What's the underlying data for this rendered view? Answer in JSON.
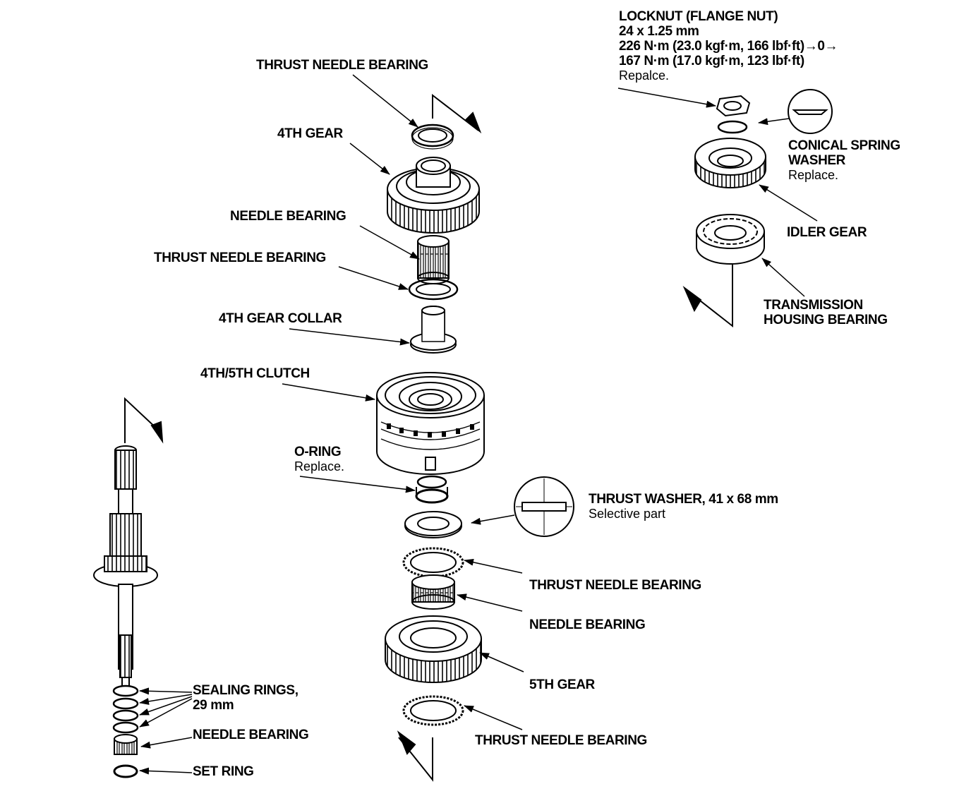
{
  "labels": {
    "thrust_top": "THRUST NEEDLE BEARING",
    "gear4": "4TH GEAR",
    "needle_top": "NEEDLE BEARING",
    "thrust_upper": "THRUST NEEDLE BEARING",
    "collar": "4TH GEAR COLLAR",
    "clutch": "4TH/5TH CLUTCH",
    "oring": "O-RING",
    "oring_note": "Replace.",
    "thrust_washer": "THRUST WASHER, 41 x 68 mm",
    "thrust_washer_note": "Selective part",
    "thrust_lower": "THRUST NEEDLE BEARING",
    "needle_lower": "NEEDLE BEARING",
    "gear5": "5TH GEAR",
    "thrust_bottom": "THRUST NEEDLE BEARING",
    "sealing": "SEALING RINGS,",
    "sealing_size": "29 mm",
    "needle_shaft": "NEEDLE BEARING",
    "set_ring": "SET RING",
    "locknut": "LOCKNUT (FLANGE NUT)",
    "locknut_size": "24 x 1.25 mm",
    "locknut_torque1": "226 N·m (23.0 kgf·m, 166 lbf·ft)→0→",
    "locknut_torque2": "167 N·m (17.0 kgf·m, 123 lbf·ft)",
    "locknut_note": "Repalce.",
    "conical": "CONICAL SPRING",
    "conical2": "WASHER",
    "conical_note": "Replace.",
    "idler": "IDLER GEAR",
    "housing_bearing": "TRANSMISSION",
    "housing_bearing2": "HOUSING BEARING"
  }
}
